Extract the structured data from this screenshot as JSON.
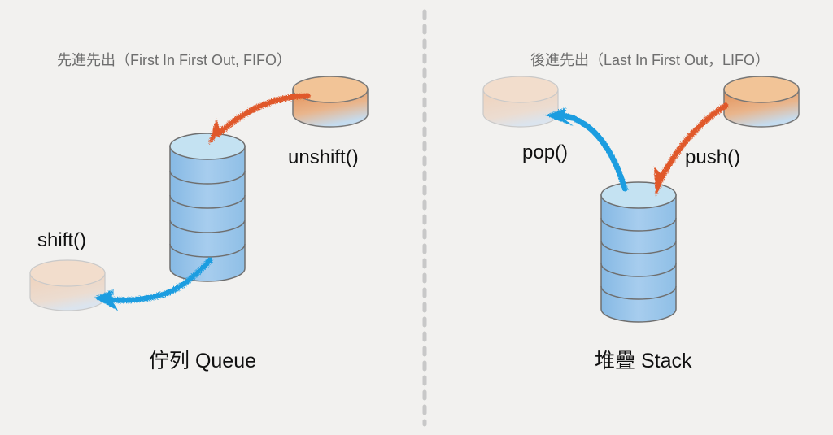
{
  "queue": {
    "subtitle": "先進先出（First In First Out, FIFO）",
    "title": "佇列 Queue",
    "add_method": "unshift()",
    "remove_method": "shift()",
    "stack_layers": 5
  },
  "stack": {
    "subtitle": "後進先出（Last In First Out，LIFO）",
    "title": "堆疊 Stack",
    "add_method": "push()",
    "remove_method": "pop()",
    "stack_layers": 5
  },
  "colors": {
    "background": "#f2f1ef",
    "add_arrow": "#e0592a",
    "remove_arrow": "#1a9de0",
    "cylinder_fill": "#9cc8ea",
    "cylinder_top": "#c4e2f2",
    "element_fill": "#f0c08e",
    "element_faded": "#f1dccb",
    "divider": "#c8c8c8"
  }
}
